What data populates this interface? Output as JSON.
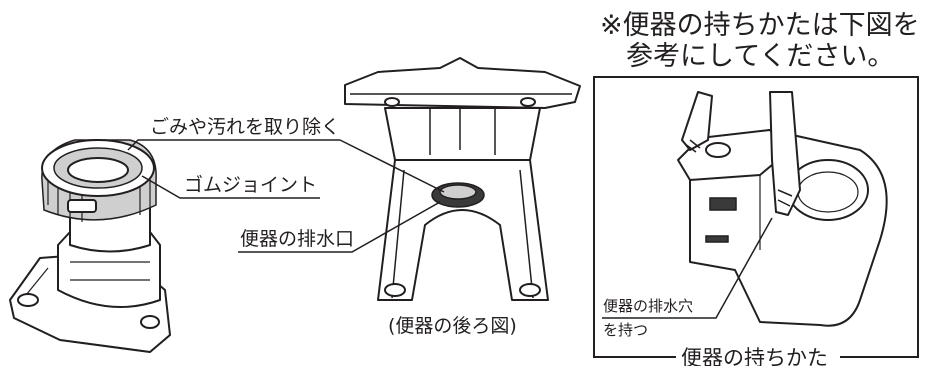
{
  "note": {
    "line1": "※便器の持ちかたは下図を",
    "line2": "参考にしてください。"
  },
  "callouts": {
    "clean": "ごみや汚れを取り除く",
    "gasket": "ゴムジョイント",
    "outlet": "便器の排水口",
    "hold_line1": "便器の排水穴",
    "hold_line2": "を持つ"
  },
  "captions": {
    "rear_view": "(便器の後ろ図)",
    "how_to_hold": "便器の持ちかた"
  }
}
